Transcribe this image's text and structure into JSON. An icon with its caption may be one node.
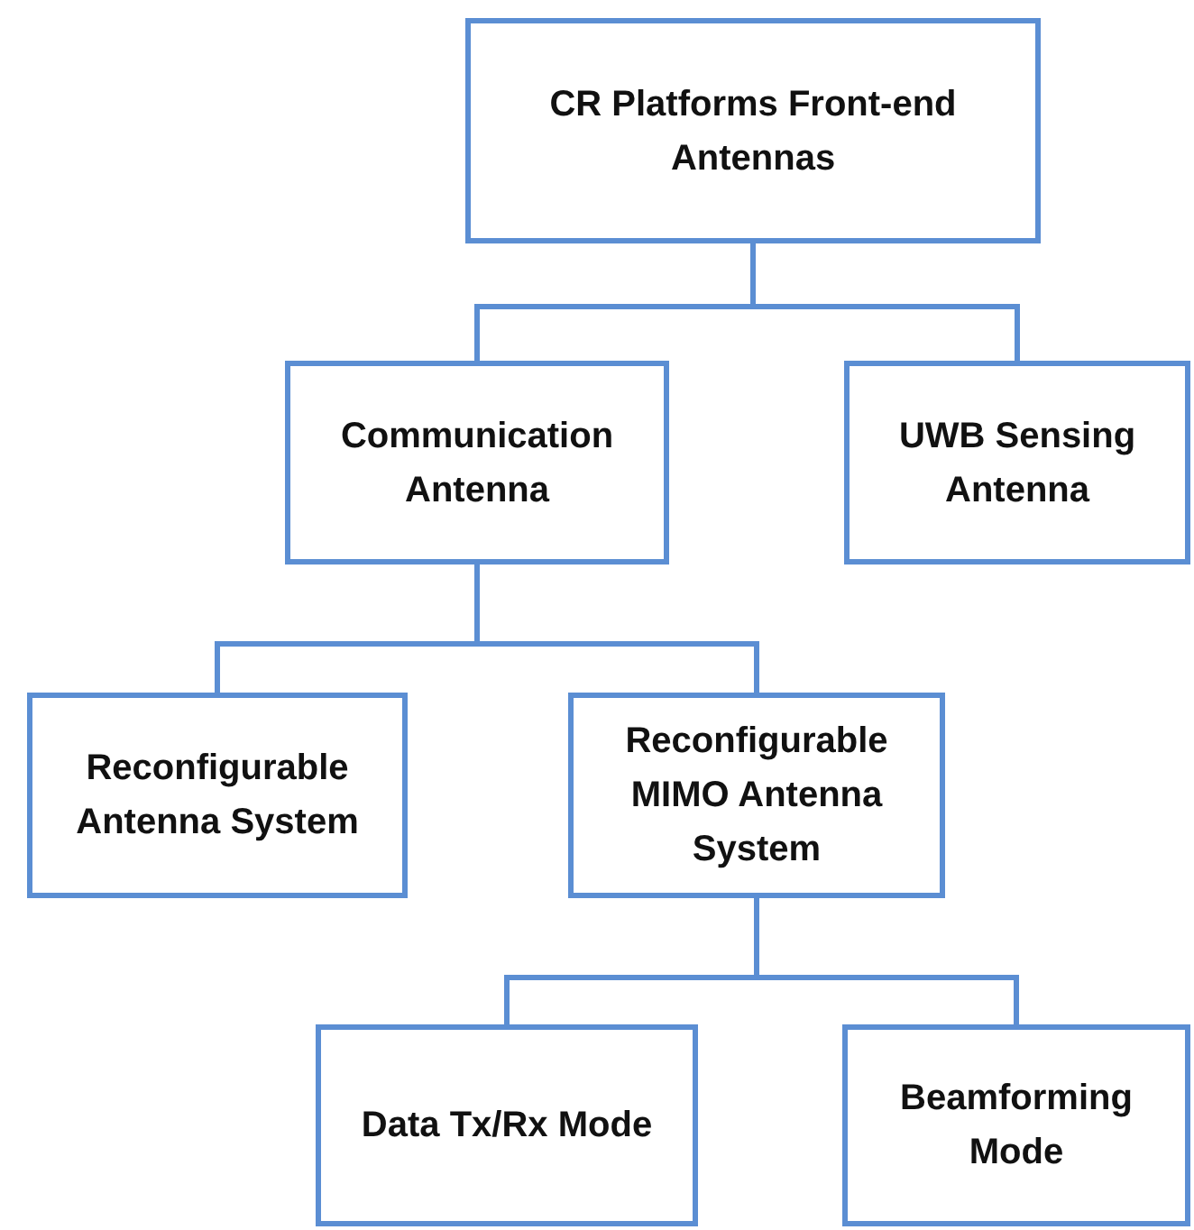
{
  "diagram": {
    "nodes": [
      {
        "text": [
          "CR Platforms Front-end Antennas"
        ]
      },
      {
        "text": [
          "Communication Antenna"
        ]
      },
      {
        "text": [
          "UWB Sensing Antenna"
        ]
      },
      {
        "text": [
          "Reconfigurable Antenna System"
        ]
      },
      {
        "text": [
          "Reconfigurable MIMO Antenna System"
        ]
      },
      {
        "text": [
          "Data Tx/Rx Mode"
        ]
      },
      {
        "text": [
          "Beamforming Mode"
        ]
      }
    ],
    "edges": [
      {
        "from": 0,
        "to": 1,
        "arrow": "none"
      },
      {
        "from": 0,
        "to": 2,
        "arrow": "none"
      },
      {
        "from": 1,
        "to": 3,
        "arrow": "none"
      },
      {
        "from": 1,
        "to": 4,
        "arrow": "none"
      },
      {
        "from": 4,
        "to": 5,
        "arrow": "none"
      },
      {
        "from": 4,
        "to": 6,
        "arrow": "none"
      }
    ]
  }
}
